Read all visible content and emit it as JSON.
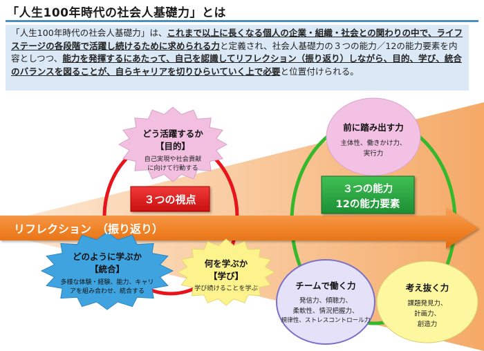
{
  "title": "「人生100年時代の社会人基礎力」とは",
  "intro": [
    {
      "text": "「人生100年時代の社会人基礎力」は、",
      "b": false
    },
    {
      "text": "これまで以上に長くなる個人の企業・組織・社会との関わりの中で、ライフステージの各段階で活躍し続けるために求められる力",
      "b": true
    },
    {
      "text": "と定義され、社会人基礎力の３つの能力／12の能力要素を内容としつつ、",
      "b": false
    },
    {
      "text": "能力を発揮するにあたって、自己を認識してリフレクション（振り返り）しながら、目的、学び、統合のバランスを図ることが、自らキャリアを切りひらいていく上で必要",
      "b": true
    },
    {
      "text": "と位置付けられる。",
      "b": false
    }
  ],
  "arrow_label": "リフレクション　（振り返り）",
  "perspectives_label": "３つの視点",
  "abilities_label": [
    "３つの能力",
    "12の能力要素"
  ],
  "purpose": {
    "title": "どう活躍するか",
    "sub": "【目的】",
    "desc": [
      "自己実現や社会貢献",
      "に向けて行動する"
    ]
  },
  "integration": {
    "title": "どのように学ぶか",
    "sub": "【統合】",
    "desc": [
      "多様な体験・経験、能力、キャリ",
      "アを組み合わせ、統合する"
    ]
  },
  "learning": {
    "title": "何を学ぶか",
    "sub": "【学び】",
    "desc": [
      "学び続けることを学ぶ"
    ]
  },
  "step_forward": {
    "title": "前に踏み出す力",
    "desc": [
      "主体性、働きかけ力、",
      "実行力"
    ]
  },
  "teamwork": {
    "title": "チームで働く力",
    "desc": [
      "発信力、傾聴力、",
      "柔軟性、情況把握力、",
      "規律性、ストレスコントロール力"
    ]
  },
  "think": {
    "title": "考え抜く力",
    "desc": [
      "課題発見力、",
      "計画力、",
      "創造力"
    ]
  },
  "colors": {
    "red": "#e8141c",
    "green": "#35b82c",
    "orange": "#f08226",
    "title_rule": "#4a8fc0",
    "intro_bg": "#dbe9f6",
    "burst_pink": "#f2bfe0",
    "burst_blue": "#3fa3e0",
    "burst_yellow": "#fdf38c",
    "oval_pink": "#f3c1e3",
    "oval_lavender": "#e4e1f8",
    "oval_yellow": "#fdf7a0"
  }
}
